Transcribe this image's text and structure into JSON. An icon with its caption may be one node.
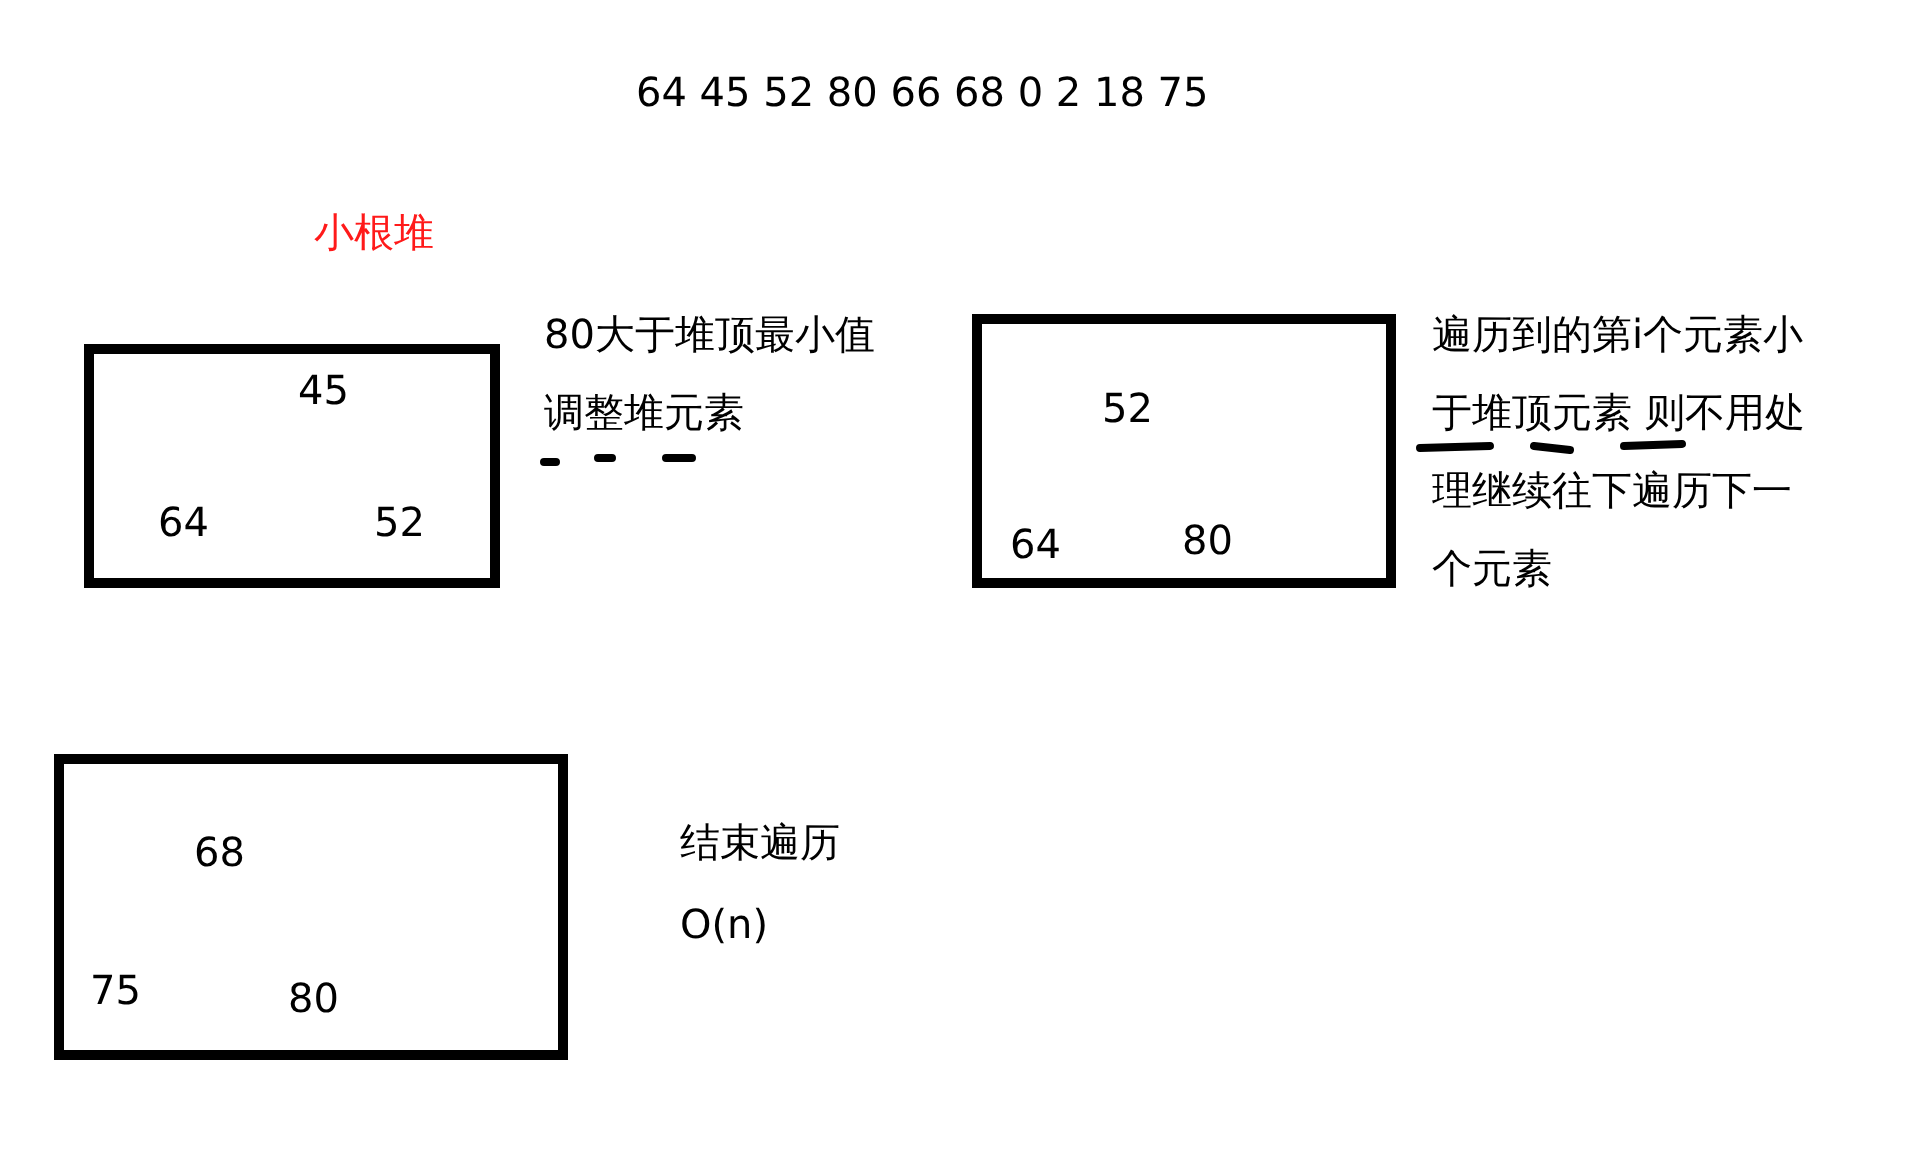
{
  "diagram": {
    "nodes": [
      {
        "text": [
          "45",
          "64",
          "52"
        ]
      },
      {
        "text": [
          "52",
          "64",
          "80"
        ]
      },
      {
        "text": [
          "68",
          "75",
          "80"
        ]
      }
    ],
    "labels": [
      "64 45 52 80 66 68 0 2 18 75",
      "小根堆",
      "80大于堆顶最小值调整堆元素",
      "遍历到的第i个元素小于堆顶元素 则不用处理继续往下遍历下一个元素",
      "结束遍历",
      "O(n)"
    ]
  }
}
